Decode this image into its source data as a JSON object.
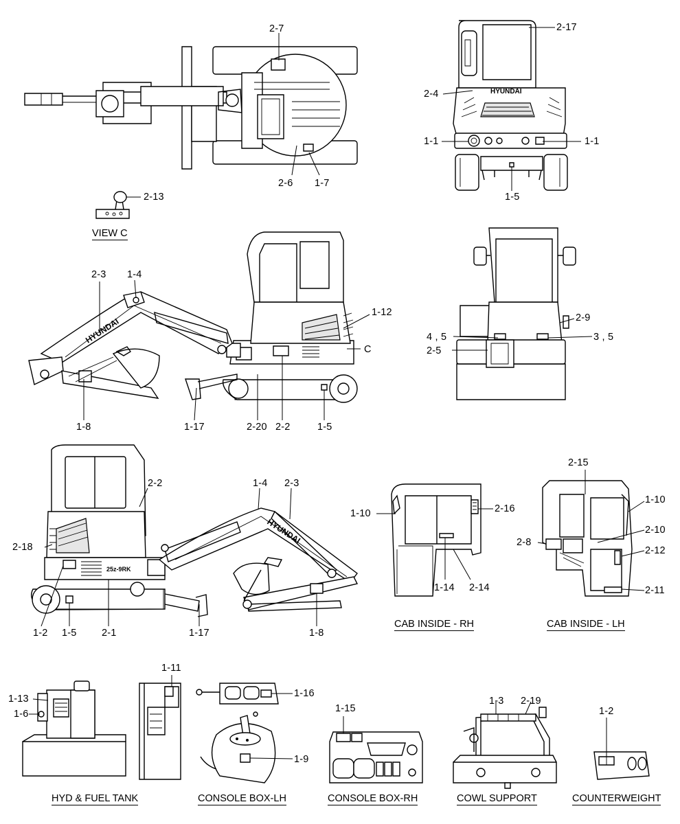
{
  "colors": {
    "ink": "#000000",
    "paper": "#ffffff",
    "shade": "#e6e6e6"
  },
  "brand": "HYUNDAI",
  "captions": {
    "view_c": "VIEW C",
    "cab_inside_rh": "CAB INSIDE - RH",
    "cab_inside_lh": "CAB INSIDE - LH",
    "hyd_fuel_tank": "HYD & FUEL TANK",
    "console_box_lh": "CONSOLE BOX-LH",
    "console_box_rh": "CONSOLE BOX-RH",
    "cowl_support": "COWL SUPPORT",
    "counterweight": "COUNTERWEIGHT"
  },
  "labels": {
    "top_2_7": "2-7",
    "top_2_6": "2-6",
    "top_1_7": "1-7",
    "viewc_2_13": "2-13",
    "rear_2_17": "2-17",
    "rear_2_4": "2-4",
    "rear_1_1_left": "1-1",
    "rear_1_1_right": "1-1",
    "rear_1_5": "1-5",
    "rhs_2_3": "2-3",
    "rhs_1_4": "1-4",
    "rhs_1_12": "1-12",
    "rhs_c": "C",
    "rhs_1_8": "1-8",
    "rhs_1_17": "1-17",
    "rhs_2_20": "2-20",
    "rhs_2_2": "2-2",
    "rhs_1_5": "1-5",
    "front_2_9": "2-9",
    "front_4_5": "4 , 5",
    "front_3_5": "3 , 5",
    "front_2_5": "2-5",
    "lhs_2_2": "2-2",
    "lhs_1_4": "1-4",
    "lhs_2_3": "2-3",
    "lhs_2_18": "2-18",
    "lhs_1_2": "1-2",
    "lhs_1_5": "1-5",
    "lhs_2_1": "2-1",
    "lhs_1_17": "1-17",
    "lhs_1_8": "1-8",
    "cabrh_1_10": "1-10",
    "cabrh_2_16": "2-16",
    "cabrh_1_14": "1-14",
    "cabrh_2_14": "2-14",
    "cablh_2_15": "2-15",
    "cablh_1_10": "1-10",
    "cablh_2_10": "2-10",
    "cablh_2_8": "2-8",
    "cablh_2_12": "2-12",
    "cablh_2_11": "2-11",
    "tank_1_11": "1-11",
    "tank_1_13": "1-13",
    "tank_1_6": "1-6",
    "conlh_1_16": "1-16",
    "conlh_1_9": "1-9",
    "conrh_1_15": "1-15",
    "cowl_1_3": "1-3",
    "cowl_2_19": "2-19",
    "cw_1_2": "1-2"
  },
  "model_badge": "25z-9RK"
}
